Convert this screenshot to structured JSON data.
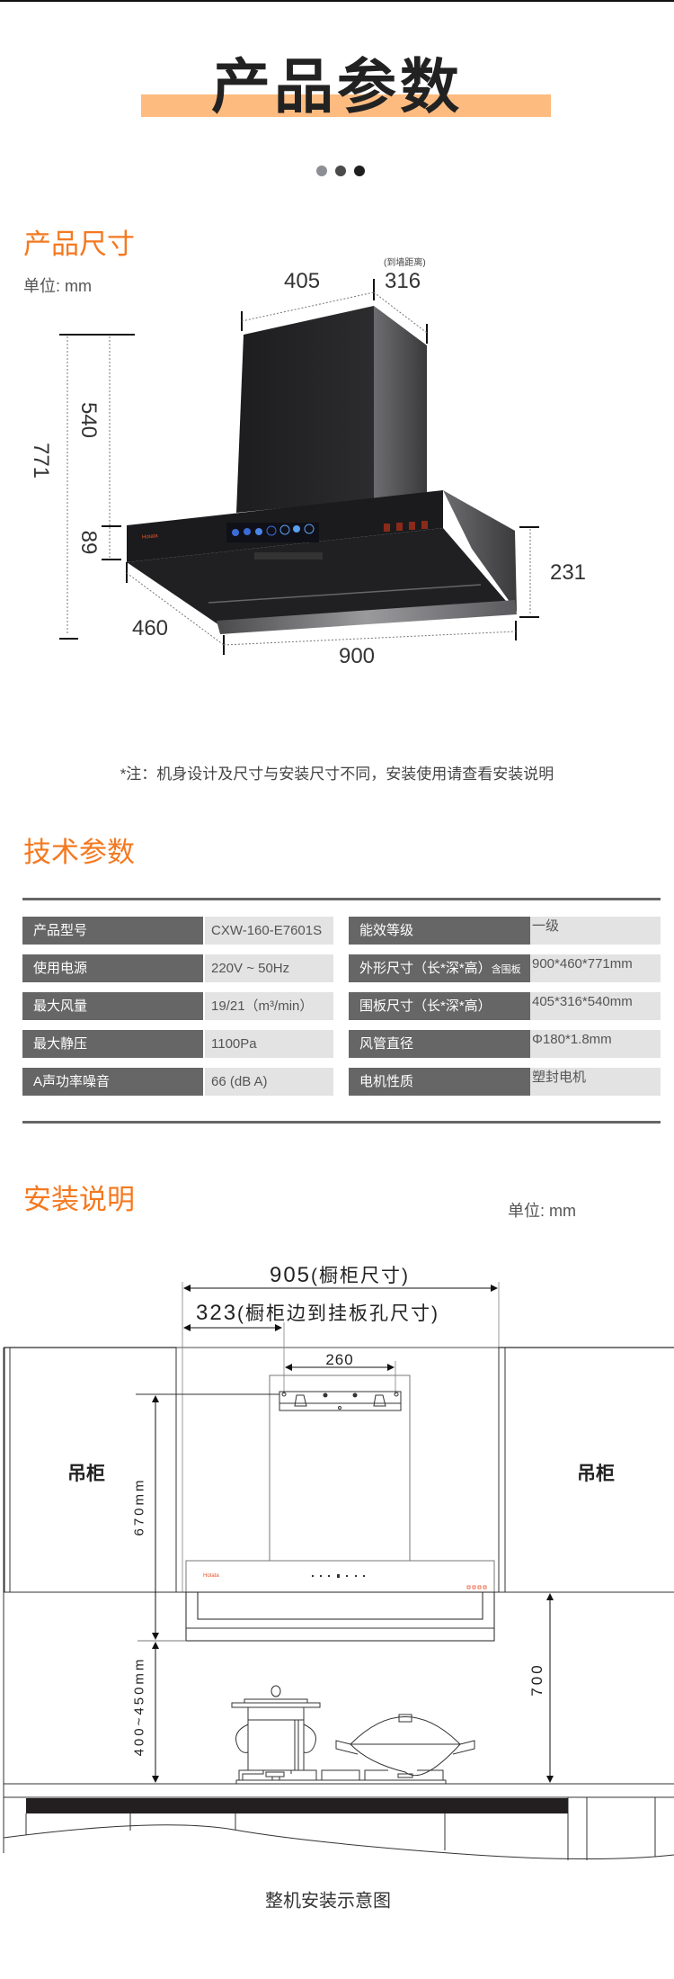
{
  "header": {
    "title": "产品参数",
    "accent_color": "#fdbb80",
    "dots": [
      "#8e8e95",
      "#4a4a4a",
      "#1e1e1e"
    ]
  },
  "size_section": {
    "title": "产品尺寸",
    "unit": "单位: mm",
    "dims": {
      "chimney_width": "405",
      "wall_distance": "316",
      "wall_distance_note": "(到墙距离)",
      "total_height": "771",
      "chimney_height": "540",
      "panel_height": "89",
      "body_height": "231",
      "depth": "460",
      "width": "900"
    },
    "brand": "Hotata",
    "note": "*注：机身设计及尺寸与安装尺寸不同，安装使用请查看安装说明"
  },
  "tech_section": {
    "title": "技术参数",
    "rows": [
      {
        "l_label": "产品型号",
        "l_value": "CXW-160-E7601S",
        "r_label": "能效等级",
        "r_value": "一级"
      },
      {
        "l_label": "使用电源",
        "l_value": "220V ~ 50Hz",
        "r_label": "外形尺寸（长*深*高）",
        "r_suffix": "含围板",
        "r_value": "900*460*771mm"
      },
      {
        "l_label": "最大风量",
        "l_value": "19/21（m³/min）",
        "r_label": "围板尺寸（长*深*高）",
        "r_value": "405*316*540mm"
      },
      {
        "l_label": "最大静压",
        "l_value": "1100Pa",
        "r_label": "风管直径",
        "r_value": "Φ180*1.8mm"
      },
      {
        "l_label": "A声功率噪音",
        "l_value": "66 (dB A)",
        "r_label": "电机性质",
        "r_value": "塑封电机"
      }
    ]
  },
  "install_section": {
    "title": "安装说明",
    "unit": "单位: mm",
    "cabinet_width": "905",
    "cabinet_width_note": "(橱柜尺寸)",
    "edge_to_hole": "323",
    "edge_to_hole_note": "(橱柜边到挂板孔尺寸)",
    "hole_spacing": "260",
    "cabinet_left": "吊柜",
    "cabinet_right": "吊柜",
    "height_to_bracket": "670mm",
    "height_above_stove": "400~450mm",
    "cabinet_bottom_height": "700",
    "brand": "Hotata",
    "caption": "整机安装示意图"
  }
}
